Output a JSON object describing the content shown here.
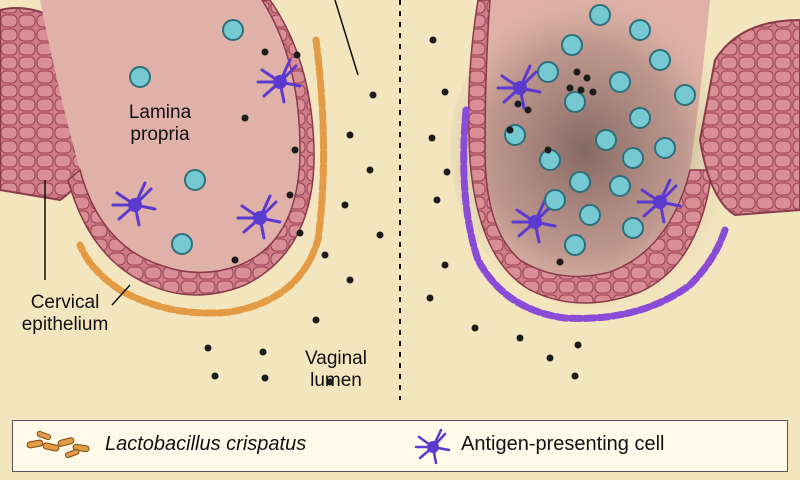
{
  "labels": {
    "lamina_propria": "Lamina propria",
    "cervical_epithelium": "Cervical epithelium",
    "vaginal_lumen": "Vaginal lumen"
  },
  "legend": {
    "bacteria": "Lactobacillus crispatus",
    "apc": "Antigen-presenting cell"
  },
  "colors": {
    "background": "#f3e6bf",
    "lamina": "#e0b1a8",
    "epithelium": "#c76c7a",
    "bacteria": "#e39c45",
    "apc": "#5b3ad0",
    "immune_cell": "#77c9d1"
  },
  "icons": [
    "lactobacillus-icon",
    "antigen-presenting-cell-icon",
    "immune-cell-icon",
    "dot-icon"
  ]
}
